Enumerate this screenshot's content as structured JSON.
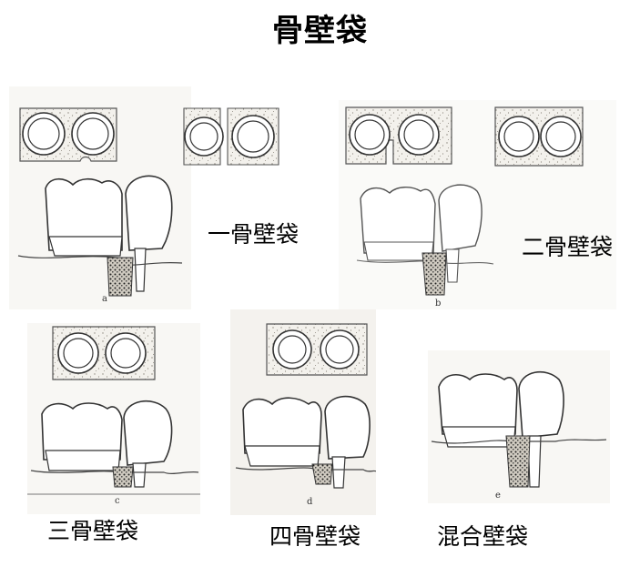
{
  "title": "骨壁袋",
  "labels": {
    "one_wall": "一骨壁袋",
    "two_wall": "二骨壁袋",
    "three_wall": "三骨壁袋",
    "four_wall": "四骨壁袋",
    "combined": "混合壁袋"
  },
  "figure_letters": {
    "a": "a",
    "b": "b",
    "c": "c",
    "d": "d",
    "e": "e"
  }
}
